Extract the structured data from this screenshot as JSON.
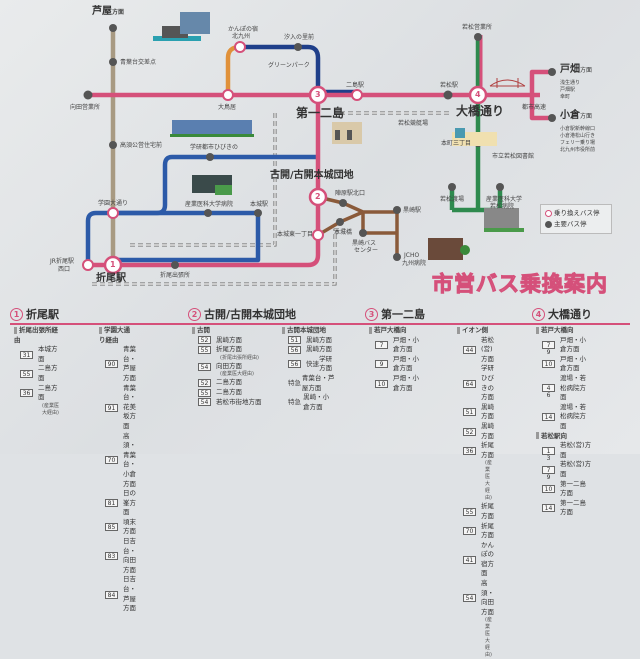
{
  "title": "市営バス乗換案内",
  "legend": {
    "transfer": "乗り換えバス停",
    "main": "主要バス停"
  },
  "colors": {
    "pink": "#d5507a",
    "blue": "#2c5aa8",
    "orange": "#e0913a",
    "tan": "#a89a82",
    "green": "#2e8a4e",
    "brown": "#8a5a3a",
    "navy": "#1f3f8a"
  },
  "map": {
    "ashiya": "芦屋",
    "ashiya_dir": "方面",
    "aobadai": "青葉台交差点",
    "mukaida": "向田営業所",
    "takasu": "高須公営住宅前",
    "gakuen": "学園大通り",
    "jr_west": "JR折尾駅",
    "jr_west2": "西口",
    "orio_station": "折尾駅",
    "orio_branch": "折尾出張所",
    "kanpo": "かんぽの宿",
    "kanpo2": "北九州",
    "shioiri": "汐入の里前",
    "green_park": "グリーンパーク",
    "otorii": "大鳥居",
    "dai2": "第一二島",
    "futajima": "二島駅",
    "hibikino": "学研都市ひびきの",
    "sangyo": "産業医科大学病院",
    "honjo": "本城駅",
    "furuga": "古開/古開本城団地",
    "jinbaru": "陣原駅北口",
    "kurosaki": "黒崎駅",
    "honjobashi": "本城橋",
    "honjo_east": "本城東一丁目",
    "kurosaki_bc": "黒崎バス",
    "kurosaki_bc2": "センター",
    "jcho": "JCHO",
    "jcho2": "九州病院",
    "wakamatsu_office": "若松営業所",
    "wakamatsu": "若松駅",
    "ohashi": "大橋通り",
    "boat": "若松競艇場",
    "honmachi": "本町三丁目",
    "library": "市立若松図書館",
    "wakamatsu_port": "若松渡場",
    "sangyo_w": "産業医科大学",
    "sangyo_w2": "若松病院",
    "toshi": "都市高速",
    "tobata": "戸畑",
    "tobata_dir": "方面",
    "tobata_stops": [
      "浅生通り",
      "戸畑駅",
      "幸町"
    ],
    "kokura": "小倉",
    "kokura_dir": "方面",
    "kokura_stops": [
      "小倉駅新幹線口",
      "小倉港松山行き",
      "フェリー乗り場",
      "北九州市役所前"
    ],
    "n1": "1",
    "n2": "2",
    "n3": "3",
    "n4": "4"
  },
  "sections": [
    {
      "no": "1",
      "name": "折尾駅",
      "cols": [
        [
          {
            "stop": "折尾出張所経由"
          },
          {
            "num": "31",
            "dest": "本城方面"
          },
          {
            "num": "55",
            "dest": "二島方面"
          },
          {
            "num": "36",
            "dest": "二島方面",
            "note": "(産業医大経由)"
          }
        ],
        [
          {
            "stop": "学園大通り経由"
          },
          {
            "num": "90",
            "dest": "青葉台・芦屋方面"
          },
          {
            "num": "91",
            "dest": "青葉台・花美坂方面"
          },
          {
            "num": "70",
            "dest": "高須・青葉台・小倉方面"
          },
          {
            "num": "81",
            "dest": "日の峯方面"
          },
          {
            "num": "85",
            "dest": "頃末方面"
          },
          {
            "num": "83",
            "dest": "日吉台・向田方面"
          },
          {
            "num": "84",
            "dest": "日吉台・芦屋方面"
          }
        ]
      ]
    },
    {
      "no": "2",
      "name": "古開/古開本城団地",
      "cols": [
        [
          {
            "stop": "古開"
          },
          {
            "num": "52",
            "dest": "黒崎方面"
          },
          {
            "num": "55",
            "dest": "折尾方面",
            "note": "(折尾出張所経由)"
          },
          {
            "num": "54",
            "dest": "向田方面",
            "note": "(産業医大経由)"
          },
          {
            "num": "52",
            "dest": "二島方面"
          },
          {
            "num": "55",
            "dest": "二島方面"
          },
          {
            "num": "54",
            "dest": "若松市街地方面"
          }
        ],
        [
          {
            "stop": "古開本城団地"
          },
          {
            "num": "51",
            "dest": "黒崎方面"
          },
          {
            "num": "56",
            "dest": "黒崎方面"
          },
          {
            "num": "56",
            "kind": "快速",
            "dest": "学研方面"
          },
          {
            "kind": "特急",
            "dest": "青葉台・芦屋方面"
          },
          {
            "kind": "特急",
            "dest": "黒崎・小倉方面"
          }
        ]
      ]
    },
    {
      "no": "3",
      "name": "第一二島",
      "cols": [
        [
          {
            "stop": "若戸大橋向"
          },
          {
            "num": "7",
            "dest": "戸畑・小倉方面"
          },
          {
            "num": "9",
            "dest": "戸畑・小倉方面"
          },
          {
            "num": "10",
            "dest": "戸畑・小倉方面"
          }
        ],
        [
          {
            "stop": "イオン側"
          },
          {
            "num": "44",
            "dest": "若松(営)方面"
          },
          {
            "num": "64",
            "dest": "学研ひびきの方面"
          },
          {
            "num": "51",
            "dest": "黒崎方面"
          },
          {
            "num": "52",
            "dest": "黒崎方面"
          },
          {
            "num": "36",
            "dest": "折尾方面",
            "note": "(産業医大経由)"
          },
          {
            "num": "55",
            "dest": "折尾方面"
          },
          {
            "num": "70",
            "dest": "折尾方面"
          },
          {
            "num": "41",
            "dest": "かんぽの宿方面"
          },
          {
            "num": "54",
            "dest": "高須・向田方面",
            "note": "(産業医大経由)"
          }
        ]
      ]
    },
    {
      "no": "4",
      "name": "大橋通り",
      "cols": [
        [
          {
            "stop": "若戸大橋向"
          },
          {
            "num": "7 9",
            "dest": "戸畑・小倉方面"
          },
          {
            "num": "10",
            "dest": "戸畑・小倉方面"
          },
          {
            "num": "4 6",
            "dest": "渡場・若松病院方面"
          },
          {
            "num": "14",
            "dest": "渡場・若松病院方面"
          },
          {
            "stop": "若松駅向"
          },
          {
            "num": "1 3",
            "dest": "若松(営)方面"
          },
          {
            "num": "7 9",
            "dest": "若松(営)方面"
          },
          {
            "num": "10",
            "dest": "第一二島方面"
          },
          {
            "num": "14",
            "dest": "第一二島方面"
          }
        ]
      ]
    }
  ]
}
